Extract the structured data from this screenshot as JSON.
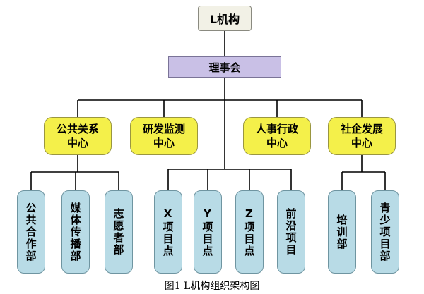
{
  "org": {
    "root": "L机构",
    "board": "理事会",
    "centers": [
      {
        "name": "公共关系\n中心",
        "children": [
          "公共合作部",
          "媒体传播部",
          "志愿者部"
        ]
      },
      {
        "name": "研发监测\n中心",
        "children": []
      },
      {
        "name": "人事行政\n中心",
        "children": []
      },
      {
        "name": "社企发展\n中心",
        "children": [
          "培训部",
          "青少项目部"
        ]
      }
    ],
    "projects": [
      "X项目点",
      "Y项目点",
      "Z项目点",
      "前沿项目"
    ]
  },
  "caption": "图1 L机构组织架构图",
  "colors": {
    "root_fill": "#f2f1e6",
    "board_fill": "#c9c0e6",
    "center_fill": "#f4f04a",
    "leaf_fill": "#b8dbe6",
    "line": "#000000"
  }
}
